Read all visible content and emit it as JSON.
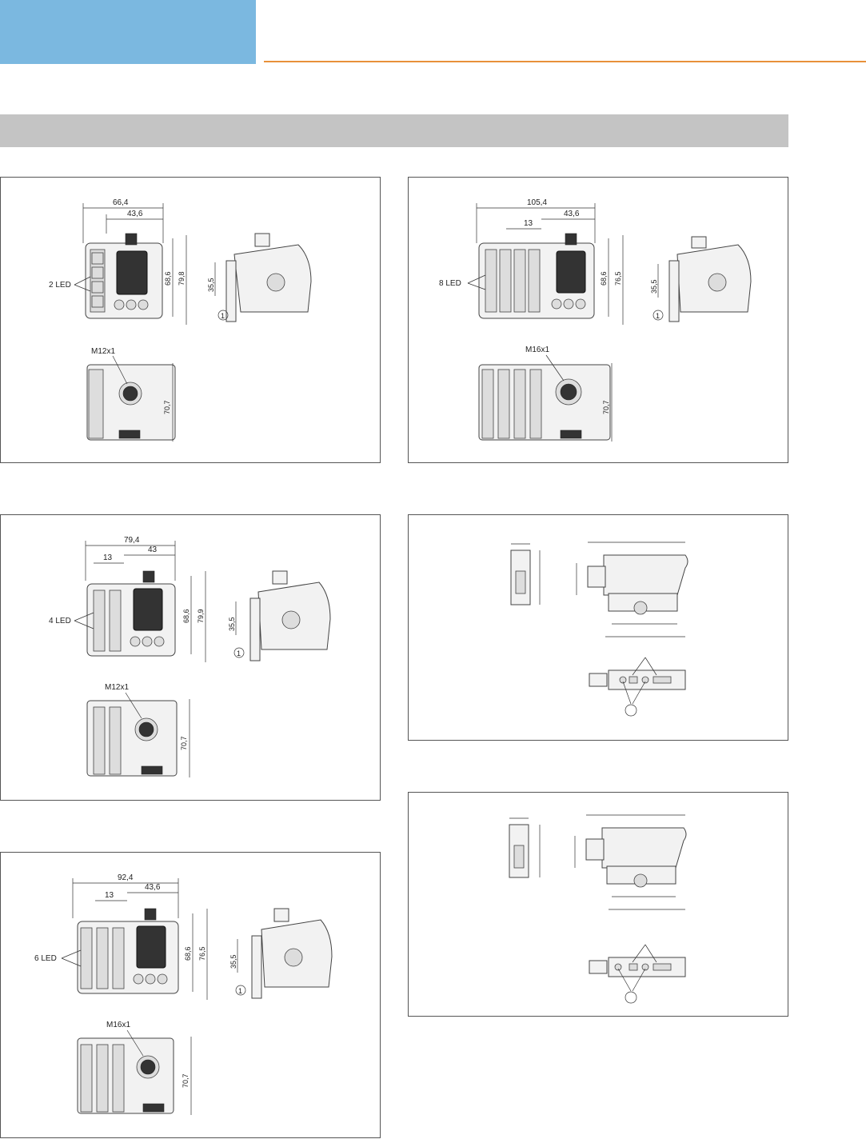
{
  "colors": {
    "header_block": "#7bb8e0",
    "header_rule": "#e8913a",
    "section_bar": "#c4c4c4"
  },
  "panels": [
    {
      "id": "p1",
      "width_dim": "66,4",
      "inner_dim": "43,6",
      "h1": "68,6",
      "h2": "79,8",
      "side_dim": "35,5",
      "led": "2 LED",
      "connector": "M12x1",
      "bottom_h": "70,7",
      "callout": "1"
    },
    {
      "id": "p2",
      "width_dim": "105,4",
      "mid_dim": "13",
      "inner_dim": "43,6",
      "h1": "68,6",
      "h2": "76,5",
      "side_dim": "35,5",
      "led": "8 LED",
      "connector": "M16x1",
      "bottom_h": "70,7",
      "callout": "1"
    },
    {
      "id": "p3",
      "width_dim": "79,4",
      "mid_dim": "13",
      "inner_dim": "43",
      "h1": "68,6",
      "h2": "79,9",
      "side_dim": "35,5",
      "led": "4 LED",
      "connector": "M12x1",
      "bottom_h": "70,7",
      "callout": "1"
    },
    {
      "id": "p4",
      "width_dim": "92,4",
      "mid_dim": "13",
      "inner_dim": "43,6",
      "h1": "68,6",
      "h2": "76,5",
      "side_dim": "35,5",
      "led": "6 LED",
      "connector": "M16x1",
      "bottom_h": "70,7",
      "callout": "1"
    }
  ]
}
